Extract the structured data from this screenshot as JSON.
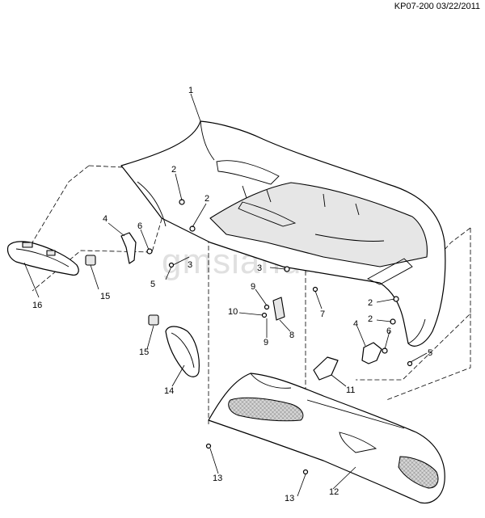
{
  "header": {
    "ref": "KP07-200 03/22/2011"
  },
  "watermark": "gmsiand.ru",
  "callouts": {
    "c1": "1",
    "c2a": "2",
    "c2b": "2",
    "c2c": "2",
    "c2d": "2",
    "c3a": "3",
    "c3b": "3",
    "c4a": "4",
    "c4b": "4",
    "c5a": "5",
    "c5b": "5",
    "c6a": "6",
    "c6b": "6",
    "c7": "7",
    "c8": "8",
    "c9a": "9",
    "c9b": "9",
    "c10": "10",
    "c11": "11",
    "c12": "12",
    "c13a": "13",
    "c13b": "13",
    "c14": "14",
    "c15a": "15",
    "c15b": "15",
    "c16": "16"
  }
}
